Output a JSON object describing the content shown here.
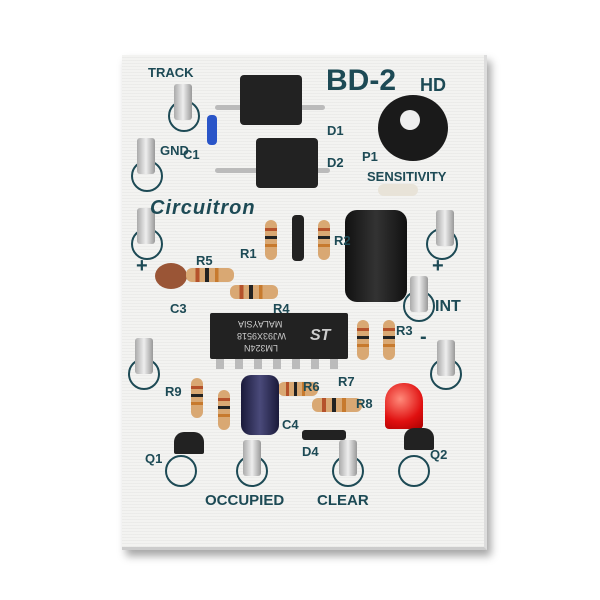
{
  "board": {
    "title": "BD-2",
    "suffix": "HD",
    "brand": "Circuitron",
    "labels": {
      "track": "TRACK",
      "gnd": "GND",
      "sensitivity": "SENSITIVITY",
      "int": "INT",
      "occupied": "OCCUPIED",
      "clear": "CLEAR",
      "plus_left": "+",
      "plus_right": "+",
      "minus_right": "-"
    },
    "components": {
      "c1": "C1",
      "c3": "C3",
      "c4": "C4",
      "d1": "D1",
      "d2": "D2",
      "d4": "D4",
      "p1": "P1",
      "r1": "R1",
      "r2": "R2",
      "r3": "R3",
      "r4": "R4",
      "r5": "R5",
      "r6": "R6",
      "r7": "R7",
      "r8": "R8",
      "r9": "R9",
      "q1": "Q1",
      "q2": "Q2"
    },
    "chip": {
      "line1": "LM324N",
      "line2": "WJ93X9518",
      "line3": "MALAYSIA",
      "logo": "ST"
    }
  }
}
